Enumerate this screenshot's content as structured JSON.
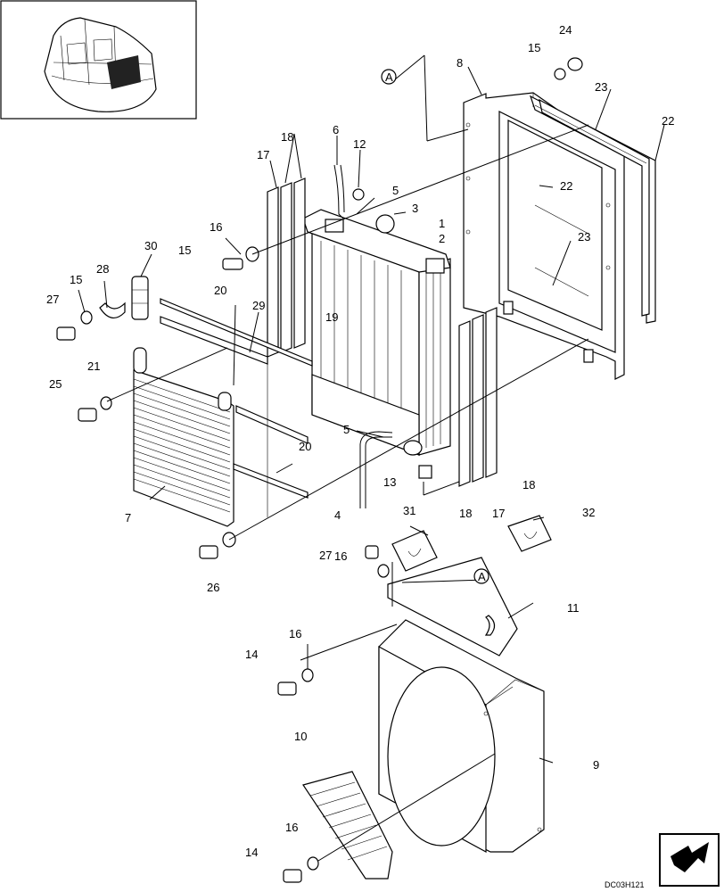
{
  "diagram": {
    "reference_code": "DC03H121",
    "callout_letter": "A",
    "part_labels": [
      "1",
      "2",
      "3",
      "4",
      "5",
      "5",
      "6",
      "7",
      "8",
      "9",
      "10",
      "11",
      "12",
      "13",
      "14",
      "14",
      "15",
      "15",
      "15",
      "16",
      "16",
      "16",
      "16",
      "17",
      "17",
      "18",
      "18",
      "18",
      "19",
      "20",
      "20",
      "21",
      "22",
      "22",
      "23",
      "23",
      "24",
      "25",
      "26",
      "27",
      "27",
      "28",
      "29",
      "30",
      "31",
      "32"
    ]
  },
  "inset": {
    "description_icon": "excavator-overview-icon"
  },
  "nav": {
    "icon": "next-page-arrow-icon"
  }
}
